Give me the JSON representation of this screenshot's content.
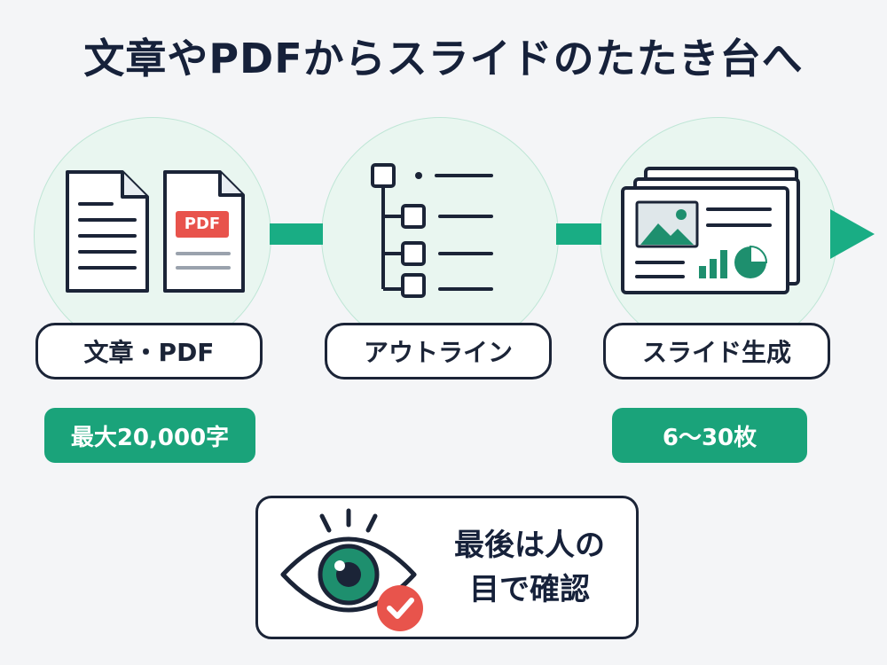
{
  "title": "文章やPDFからスライドのたたき台へ",
  "steps": [
    {
      "label": "文章・PDF",
      "note": "最大20,000字",
      "icon": "document-pdf-icon"
    },
    {
      "label": "アウトライン",
      "note": "",
      "icon": "outline-tree-icon"
    },
    {
      "label": "スライド生成",
      "note": "6〜30枚",
      "icon": "slides-icon"
    }
  ],
  "pdf_badge": "PDF",
  "review": {
    "line1": "最後は人の",
    "line2": "目で確認",
    "icon": "eye-check-icon"
  },
  "colors": {
    "accent": "#1aa37a",
    "dark": "#1b2437",
    "pdf_red": "#e8534c",
    "check_red": "#e8544c",
    "circle_bg": "#e9f6f0"
  }
}
